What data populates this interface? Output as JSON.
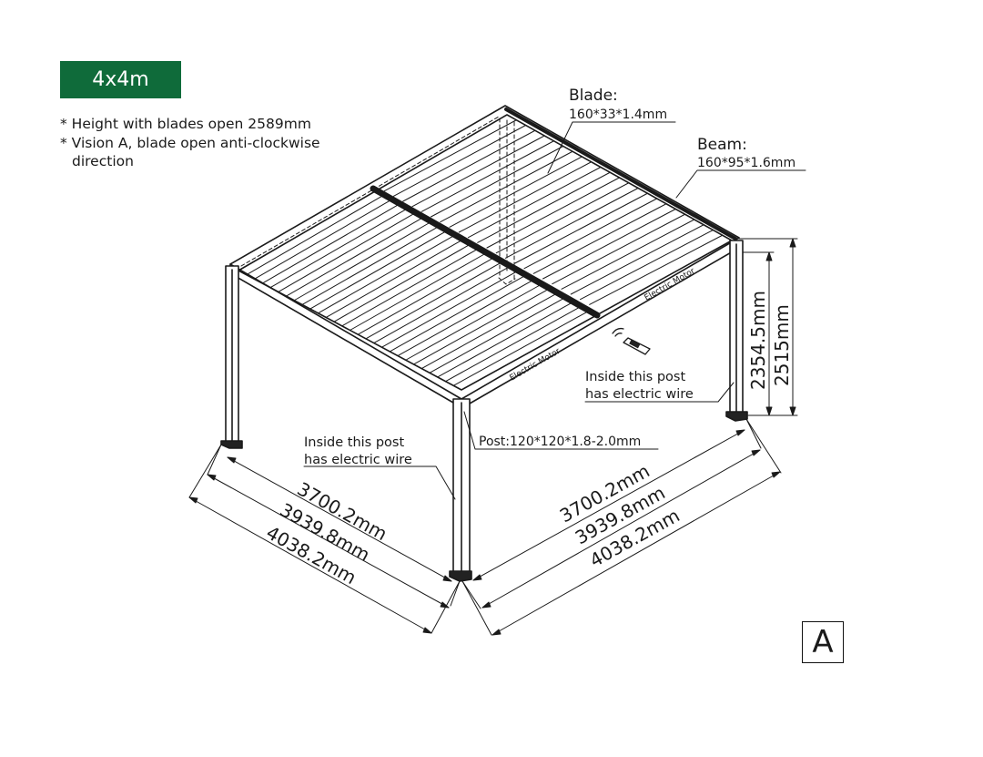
{
  "badge": {
    "label": "4x4m",
    "color": "#0f6b3a"
  },
  "notes": [
    "* Height with blades open 2589mm",
    "* Vision A, blade open anti-clockwise",
    "direction"
  ],
  "labels": {
    "blade_title": "Blade:",
    "blade_spec": "160*33*1.4mm",
    "beam_title": "Beam:",
    "beam_spec": "160*95*1.6mm",
    "post_spec": "Post:120*120*1.8-2.0mm",
    "motor_front": "Electric Motor",
    "motor_right": "Electric Motor",
    "wire_left_1": "Inside this post",
    "wire_left_2": "has electric wire",
    "wire_right_1": "Inside this post",
    "wire_right_2": "has electric wire"
  },
  "dimensions": {
    "left_inner": "3700.2mm",
    "left_mid": "3939.8mm",
    "left_outer": "4038.2mm",
    "right_inner": "3700.2mm",
    "right_mid": "3939.8mm",
    "right_outer": "4038.2mm",
    "height_clear": "2354.5mm",
    "height_total": "2515mm"
  },
  "variant": "A"
}
